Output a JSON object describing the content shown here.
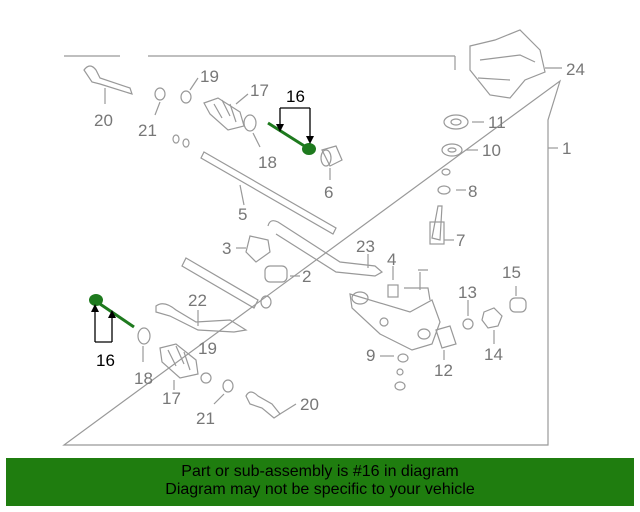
{
  "diagram": {
    "callouts": {
      "c1": "1",
      "c2": "2",
      "c3": "3",
      "c4": "4",
      "c5": "5",
      "c6": "6",
      "c7": "7",
      "c8": "8",
      "c9": "9",
      "c10": "10",
      "c11": "11",
      "c12": "12",
      "c13": "13",
      "c14": "14",
      "c15": "15",
      "c16_top": "16",
      "c16_bottom": "16",
      "c17_top": "17",
      "c17_bottom": "17",
      "c18_top": "18",
      "c18_bottom": "18",
      "c19_top": "19",
      "c19_bottom": "19",
      "c20_top": "20",
      "c20_bottom": "20",
      "c21_top": "21",
      "c21_bottom": "21",
      "c22": "22",
      "c23": "23",
      "c24": "24"
    },
    "highlight_part": "16",
    "colors": {
      "highlight": "#1e7a1e",
      "line": "#888888",
      "banner": "#1f7d0f"
    }
  },
  "banner": {
    "line1": "Part or sub-assembly is #16 in diagram",
    "line2": "Diagram may not be specific to your vehicle"
  }
}
